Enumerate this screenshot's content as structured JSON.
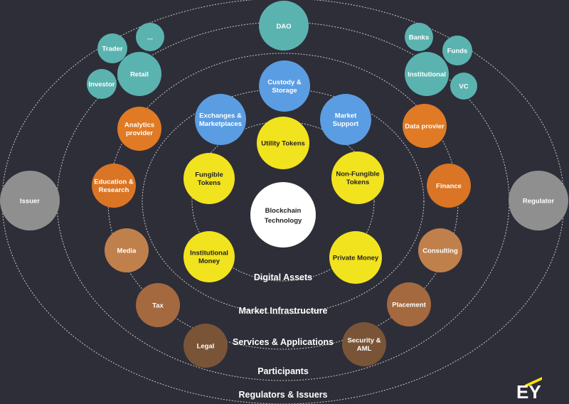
{
  "colors": {
    "background": "#2e2e38",
    "teal": "#5bb3b0",
    "blue": "#5b9de2",
    "yellow": "#f2e31f",
    "white": "#ffffff",
    "gray": "#8f8f8f",
    "orange": "#e07a24",
    "brown_light": "#c0804c",
    "brown_mid": "#a4693f",
    "brown_dark": "#7a5436",
    "ring": "#c9c9c9",
    "ey_yellow": "#ffe600"
  },
  "rings": {
    "digital_assets": "Digital Assets",
    "market_infrastructure": "Market Infrastructure",
    "services_applications": "Services & Applications",
    "participants": "Participants",
    "regulators_issuers": "Regulators & Issuers"
  },
  "center": {
    "label": "Blockchain Technology",
    "lines": [
      "Blockchain",
      "Technology"
    ]
  },
  "digital_assets": [
    {
      "id": "utility-tokens",
      "lines": [
        "Utility Tokens"
      ]
    },
    {
      "id": "fungible-tokens",
      "lines": [
        "Fungible",
        "Tokens"
      ]
    },
    {
      "id": "non-fungible-tokens",
      "lines": [
        "Non-Fungible",
        "Tokens"
      ]
    },
    {
      "id": "institutional-money",
      "lines": [
        "Institutional",
        "Money"
      ]
    },
    {
      "id": "private-money",
      "lines": [
        "Private Money"
      ]
    }
  ],
  "market_infrastructure": [
    {
      "id": "custody-storage",
      "lines": [
        "Custody &",
        "Storage"
      ]
    },
    {
      "id": "exchanges-marketplaces",
      "lines": [
        "Exchanges &",
        "Marketplaces"
      ]
    },
    {
      "id": "market-support",
      "lines": [
        "Market",
        "Support"
      ]
    }
  ],
  "services_applications": [
    {
      "id": "analytics-provider",
      "lines": [
        "Analytics",
        "provider"
      ]
    },
    {
      "id": "education-research",
      "lines": [
        "Education &",
        "Research"
      ]
    },
    {
      "id": "media",
      "lines": [
        "Media"
      ]
    },
    {
      "id": "tax",
      "lines": [
        "Tax"
      ]
    },
    {
      "id": "legal",
      "lines": [
        "Legal"
      ]
    },
    {
      "id": "data-provider",
      "lines": [
        "Data provier"
      ]
    },
    {
      "id": "finance",
      "lines": [
        "Finance"
      ]
    },
    {
      "id": "consulting",
      "lines": [
        "Consulting"
      ]
    },
    {
      "id": "placement",
      "lines": [
        "Placement"
      ]
    },
    {
      "id": "security-aml",
      "lines": [
        "Security &",
        "AML"
      ]
    }
  ],
  "participants": [
    {
      "id": "dao",
      "lines": [
        "DAO"
      ]
    },
    {
      "id": "trader",
      "lines": [
        "Trader"
      ]
    },
    {
      "id": "ellipsis",
      "lines": [
        "..."
      ]
    },
    {
      "id": "retail",
      "lines": [
        "Retail"
      ]
    },
    {
      "id": "investor",
      "lines": [
        "Investor"
      ]
    },
    {
      "id": "banks",
      "lines": [
        "Banks"
      ]
    },
    {
      "id": "funds",
      "lines": [
        "Funds"
      ]
    },
    {
      "id": "institutional",
      "lines": [
        "Institutional"
      ]
    },
    {
      "id": "vc",
      "lines": [
        "VC"
      ]
    }
  ],
  "regulators_issuers": [
    {
      "id": "issuer",
      "lines": [
        "Issuer"
      ]
    },
    {
      "id": "regulator",
      "lines": [
        "Regulator"
      ]
    }
  ],
  "logo": {
    "text": "EY"
  }
}
